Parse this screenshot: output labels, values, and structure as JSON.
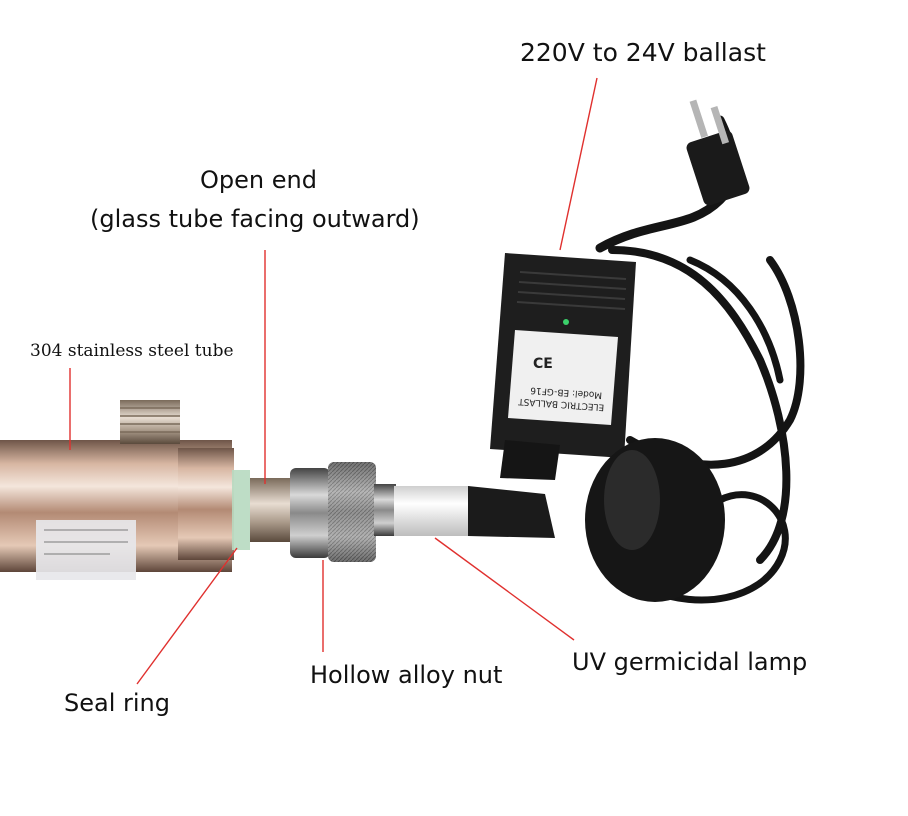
{
  "labels": {
    "ballast": "220V to 24V ballast",
    "open_end_line1": "Open end",
    "open_end_line2": "(glass tube facing outward)",
    "steel_tube": "304 stainless steel tube",
    "seal_ring": "Seal ring",
    "alloy_nut": "Hollow alloy nut",
    "uv_lamp": "UV germicidal lamp"
  },
  "ballast_text": {
    "model_line": "Model: EB-GF16",
    "type_line": "ELECTRIC BALLAST",
    "ce_mark": "CE"
  },
  "colors": {
    "leader_line": "#e0302e",
    "ballast_body": "#1e1e1e",
    "steel": "#c9a58f",
    "background": "#ffffff"
  }
}
